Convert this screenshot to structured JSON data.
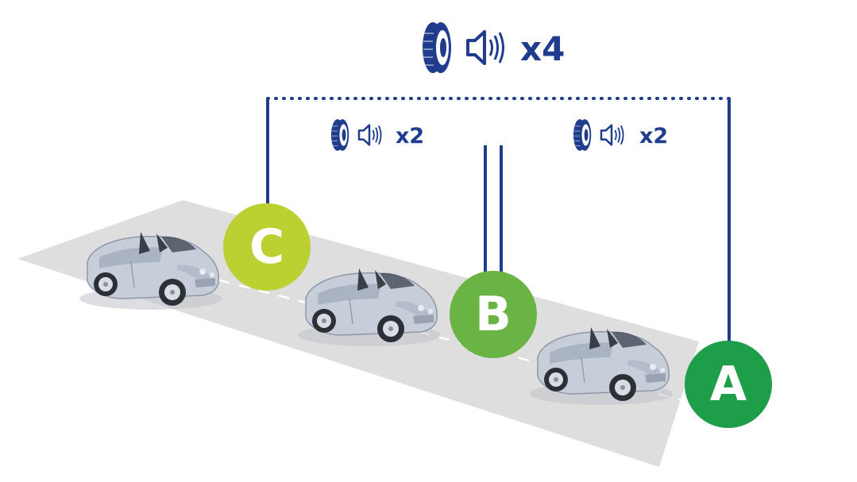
{
  "labels": {
    "total": {
      "text": "x4",
      "icons": [
        "tire-icon",
        "speaker-icon"
      ]
    },
    "segment_cb": {
      "text": "x2",
      "icons": [
        "tire-icon",
        "speaker-icon"
      ]
    },
    "segment_ba": {
      "text": "x2",
      "icons": [
        "tire-icon",
        "speaker-icon"
      ]
    }
  },
  "markers": [
    {
      "id": "c",
      "letter": "C",
      "color": "#bcd032"
    },
    {
      "id": "b",
      "letter": "B",
      "color": "#6ab445"
    },
    {
      "id": "a",
      "letter": "A",
      "color": "#1e9e48"
    }
  ],
  "colors": {
    "line": "#1f3d8c",
    "road": "#dedede",
    "car_body": "#c7ceda",
    "text": "#1f3d8c"
  }
}
